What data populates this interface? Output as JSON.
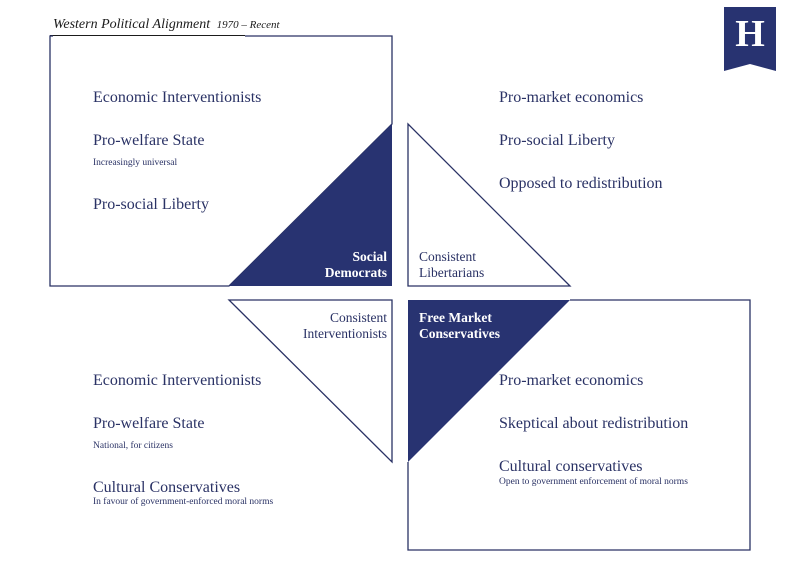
{
  "header": {
    "title": "Western Political Alignment",
    "subtitle": "1970 – Recent"
  },
  "logo": {
    "letter": "H",
    "color": "#283371"
  },
  "colors": {
    "navy": "#283371",
    "line": "#2a3265"
  },
  "quadrants": {
    "top_left": {
      "items": [
        {
          "text": "Economic Interventionists"
        },
        {
          "text": "Pro-welfare State",
          "note": "Increasingly universal"
        },
        {
          "text": "Pro-social Liberty"
        }
      ],
      "label": [
        "Social",
        "Democrats"
      ]
    },
    "top_right": {
      "items": [
        {
          "text": "Pro-market economics"
        },
        {
          "text": "Pro-social Liberty"
        },
        {
          "text": "Opposed to redistribution"
        }
      ],
      "label": [
        "Consistent",
        "Libertarians"
      ]
    },
    "bottom_left": {
      "items": [
        {
          "text": "Economic Interventionists"
        },
        {
          "text": "Pro-welfare State",
          "note": "National, for citizens"
        },
        {
          "text": "Cultural Conservatives",
          "note": "In favour of government-enforced moral norms"
        }
      ],
      "label": [
        "Consistent",
        "Interventionists"
      ]
    },
    "bottom_right": {
      "items": [
        {
          "text": "Pro-market economics"
        },
        {
          "text": "Skeptical about redistribution"
        },
        {
          "text": "Cultural conservatives",
          "note": "Open to government enforcement of moral norms"
        }
      ],
      "label": [
        "Free Market",
        "Conservatives"
      ]
    }
  }
}
